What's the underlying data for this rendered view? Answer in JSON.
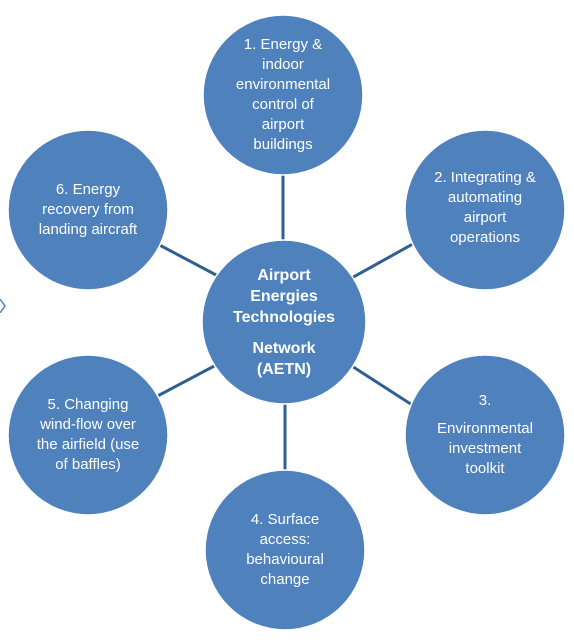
{
  "center": {
    "title_lines": [
      "Airport",
      "Energies",
      "Technologies"
    ],
    "subtitle_lines": [
      "Network",
      "(AETN)"
    ]
  },
  "nodes": [
    {
      "lines": [
        "1. Energy &",
        "indoor",
        "environmental",
        "control of",
        "airport",
        "buildings"
      ]
    },
    {
      "lines": [
        "2. Integrating &",
        "automating",
        "airport",
        "operations"
      ]
    },
    {
      "lines": [
        "3.",
        "",
        "Environmental",
        "investment",
        "toolkit"
      ]
    },
    {
      "lines": [
        "4. Surface",
        "access:",
        "behavioural",
        "change"
      ]
    },
    {
      "lines": [
        "5. Changing",
        "wind-flow over",
        "the airfield (use",
        "of baffles)"
      ]
    },
    {
      "lines": [
        "6. Energy",
        "recovery from",
        "landing aircraft"
      ]
    }
  ],
  "colors": {
    "node_fill": "#4f81bd",
    "connector": "#2f5f8f",
    "text": "#ffffff"
  }
}
